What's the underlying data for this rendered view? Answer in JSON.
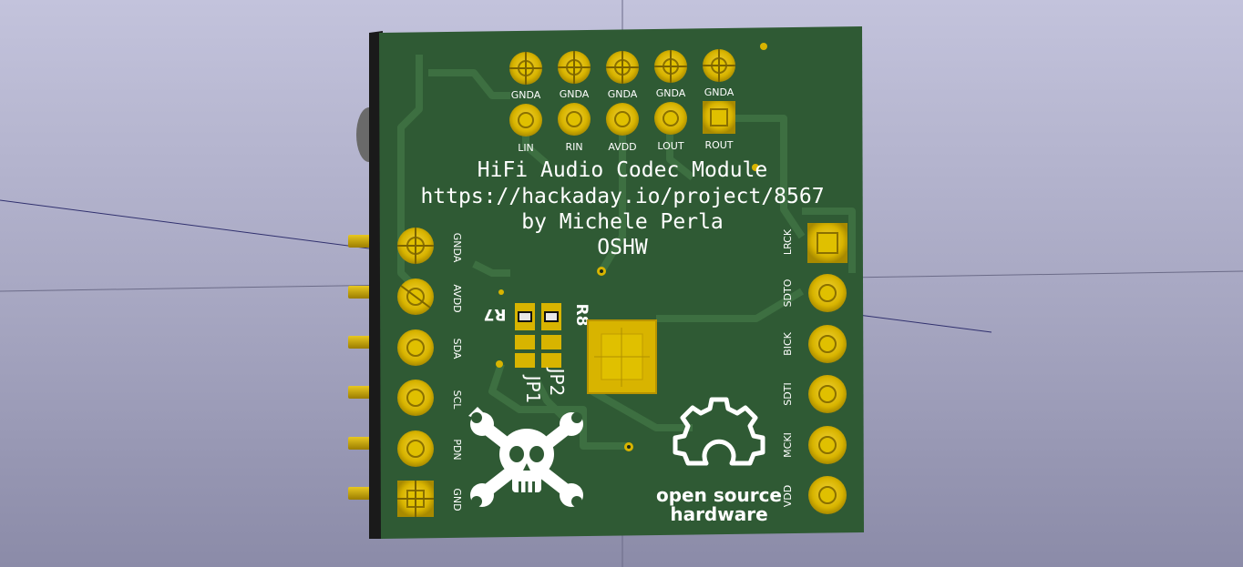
{
  "board": {
    "title_lines": [
      "HiFi Audio Codec Module",
      "https://hackaday.io/project/8567",
      "by Michele Perla",
      "OSHW"
    ],
    "oshw_logo_text": [
      "open source",
      "hardware"
    ],
    "colors": {
      "background_top": "#c3c3dc",
      "pcb": "#2f5a34",
      "pad_gold": "#d8b400",
      "silkscreen": "#ffffff",
      "copper_trace": "#3b6d3f"
    }
  },
  "top_header": {
    "row1": [
      "GNDA",
      "GNDA",
      "GNDA",
      "GNDA",
      "GNDA"
    ],
    "row2": [
      "LIN",
      "RIN",
      "AVDD",
      "LOUT",
      "ROUT"
    ]
  },
  "left_header": [
    "GNDA",
    "AVDD",
    "SDA",
    "SCL",
    "PDN",
    "GND"
  ],
  "right_header": [
    "LRCK",
    "SDTO",
    "BICK",
    "SDTI",
    "MCKI",
    "VDD"
  ],
  "components": {
    "resistors": [
      "R7",
      "R8"
    ],
    "jumpers": [
      "JP1",
      "JP2"
    ]
  },
  "icons": {
    "jolly_roger": "hackaday-skull-wrenches-icon",
    "oshw_gear": "oshw-gear-keyhole-icon"
  }
}
